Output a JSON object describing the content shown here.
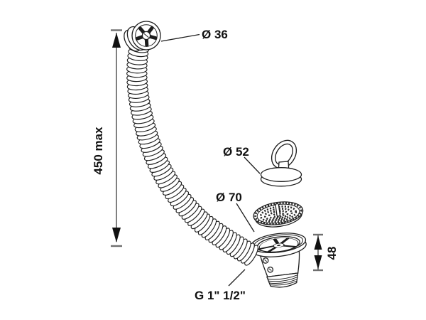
{
  "diagram": {
    "type": "technical-drawing",
    "subject": "sink-drain-with-overflow-hose",
    "labels": {
      "overflow_cap_diameter": "Ø 36",
      "plug_diameter": "Ø 52",
      "strainer_diameter": "Ø 70",
      "thread_size": "G 1\" 1/2\"",
      "hose_max_length": "450 max",
      "body_height": "48"
    },
    "colors": {
      "line": "#1d1d1d",
      "dimension": "#4a4a4a",
      "arrow": "#111111",
      "background": "#ffffff",
      "text": "#111111"
    }
  }
}
